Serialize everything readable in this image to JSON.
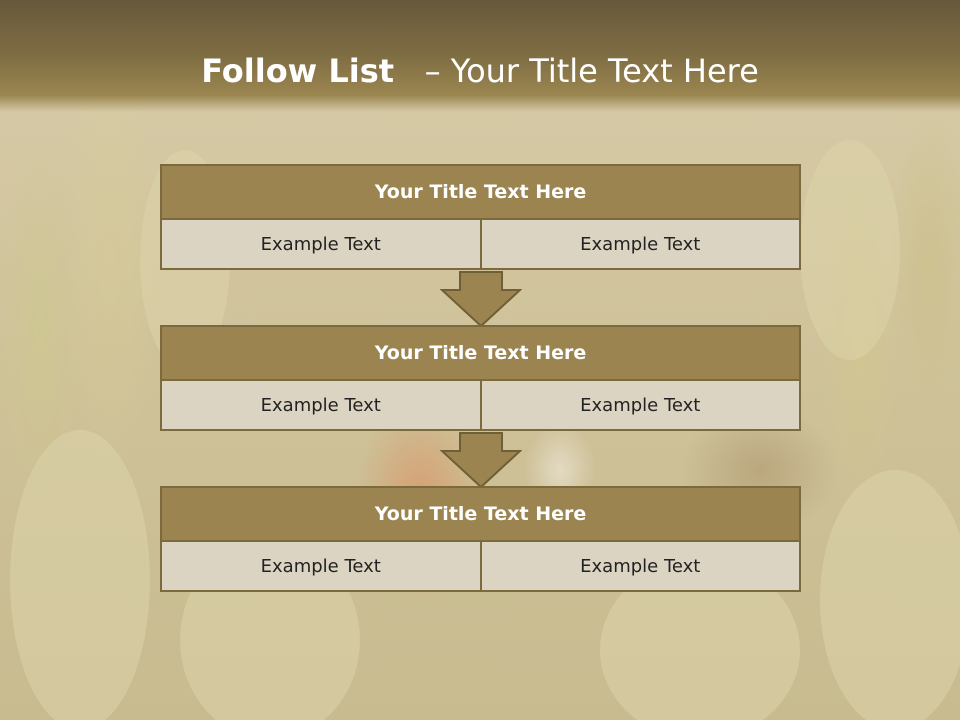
{
  "slide": {
    "title_bold": "Follow List",
    "title_rest": "– Your Title Text Here"
  },
  "blocks": [
    {
      "title": "Your Title Text Here",
      "cells": [
        "Example Text",
        "Example Text"
      ]
    },
    {
      "title": "Your Title Text Here",
      "cells": [
        "Example Text",
        "Example Text"
      ]
    },
    {
      "title": "Your Title Text Here",
      "cells": [
        "Example Text",
        "Example Text"
      ]
    }
  ],
  "colors": {
    "header_bar": "#7f6d43",
    "block_header": "#9b8450",
    "block_border": "#7a6a3e",
    "cell_fill": "#dcd4c3",
    "arrow_fill": "#9b8450"
  },
  "icons": [
    "down-arrow-icon",
    "down-arrow-icon"
  ]
}
